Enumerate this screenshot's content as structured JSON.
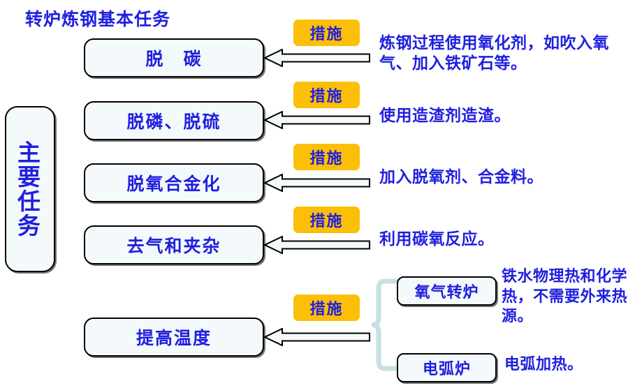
{
  "page": {
    "title": "转炉炼钢基本任务",
    "accent_orange": "#fcbf08",
    "text_blue": "#1f1fe0",
    "box_fill": "#f4f9fb",
    "brace_color": "#c8e0e4"
  },
  "side_panel": {
    "label": "主要任务",
    "chars": [
      "主",
      "要",
      "任",
      "务"
    ]
  },
  "measure_badge_label": "措施",
  "tasks": [
    {
      "name": "脱　碳",
      "badge": "措施",
      "description": "炼钢过程使用氧化剂，如吹入氧气、加入铁矿石等。"
    },
    {
      "name": "脱磷、脱硫",
      "badge": "措施",
      "description": "使用造渣剂造渣。"
    },
    {
      "name": "脱氧合金化",
      "badge": "措施",
      "description": "加入脱氧剂、合金料。"
    },
    {
      "name": "去气和夹杂",
      "badge": "措施",
      "description": "利用碳氧反应。"
    },
    {
      "name": "提高温度",
      "badge": "措施",
      "description": ""
    }
  ],
  "furnaces": [
    {
      "name": "氧气转炉",
      "description": "铁水物理热和化学热，不需要外来热源。"
    },
    {
      "name": "电弧炉",
      "description": "电弧加热。"
    }
  ]
}
